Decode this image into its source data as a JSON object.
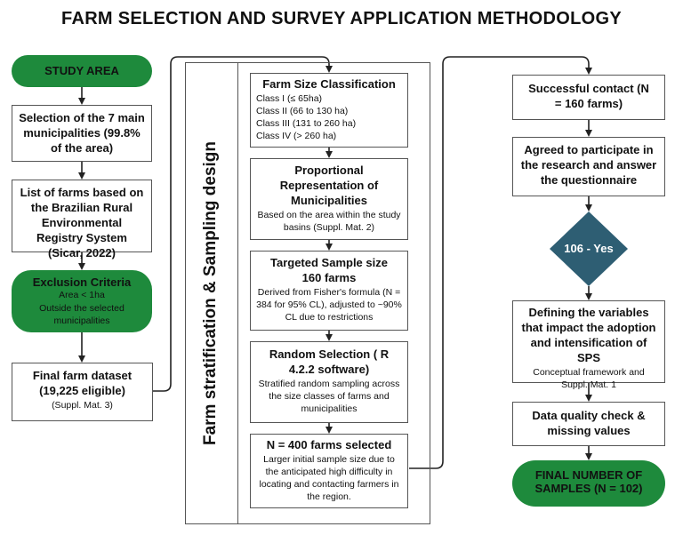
{
  "title": "FARM SELECTION AND SURVEY APPLICATION METHODOLOGY",
  "left_column": {
    "study_area": "STUDY AREA",
    "municipalities": "Selection of the 7 main municipalities (99.8% of the area)",
    "farm_list": "List of farms based on the Brazilian Rural Environmental Registry System (Sicar, 2022)",
    "exclusion_title": "Exclusion Criteria",
    "exclusion_lines": [
      "Area < 1ha",
      "Outside the selected municipalities"
    ],
    "final_dataset_title": "Final farm dataset (19,225 eligible)",
    "final_dataset_note": "(Suppl. Mat. 3)"
  },
  "middle_column": {
    "vertical_label": "Farm stratification & Sampling design",
    "size_class_title": "Farm Size Classification",
    "size_classes": [
      "Class I (≤ 65ha)",
      "Class II (66 to 130 ha)",
      "Class III (131 to 260 ha)",
      "Class IV (> 260 ha)"
    ],
    "proportional_title": "Proportional Representation of Municipalities",
    "proportional_note": "Based on the area within the study basins (Suppl. Mat. 2)",
    "target_title": "Targeted Sample size 160 farms",
    "target_note": "Derived from Fisher's formula (N = 384 for 95% CL), adjusted to ~90% CL due to restrictions",
    "random_title": "Random Selection ( R 4.2.2 software)",
    "random_note": "Stratified random sampling across the size classes of farms and municipalities",
    "selected_title": "N = 400 farms selected",
    "selected_note": "Larger initial sample size due to the anticipated high difficulty in locating and contacting farmers in the region."
  },
  "right_column": {
    "contact": "Successful contact (N = 160 farms)",
    "agreed": "Agreed to participate in the research and answer the questionnaire",
    "decision": "106 - Yes",
    "variables_title": "Defining the variables that impact the adoption and intensification of SPS",
    "variables_note": "Conceptual framework and Suppl. Mat. 1",
    "quality": "Data quality check & missing values",
    "final": "FINAL NUMBER OF SAMPLES (N = 102)"
  },
  "colors": {
    "green": "#1e8a3c",
    "diamond": "#2e5e73",
    "border": "#555555"
  }
}
